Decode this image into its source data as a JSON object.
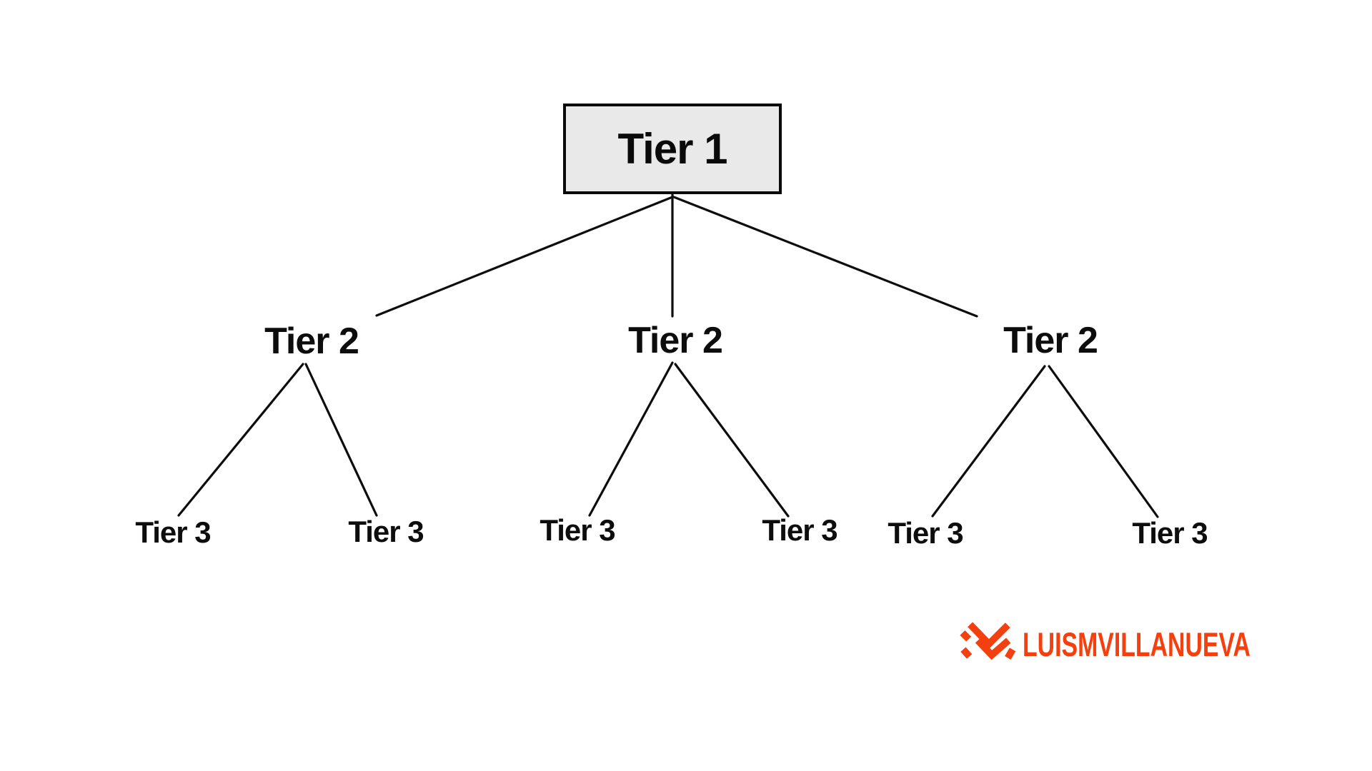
{
  "diagram": {
    "root": {
      "label": "Tier 1"
    },
    "level2": [
      {
        "label": "Tier 2"
      },
      {
        "label": "Tier 2"
      },
      {
        "label": "Tier 2"
      }
    ],
    "level3": [
      {
        "label": "Tier 3"
      },
      {
        "label": "Tier 3"
      },
      {
        "label": "Tier 3"
      },
      {
        "label": "Tier 3"
      },
      {
        "label": "Tier 3"
      },
      {
        "label": "Tier 3"
      }
    ]
  },
  "branding": {
    "wordmark": "LUISMVILLANUEVA",
    "icon": "double-chevron-down-mark",
    "color": "#f4400e"
  },
  "colors": {
    "background": "#ffffff",
    "root_box_fill": "#e9e9e9",
    "root_box_border": "#000000",
    "connector_line": "#0d0d0d",
    "label_text": "#0d0d0d"
  }
}
